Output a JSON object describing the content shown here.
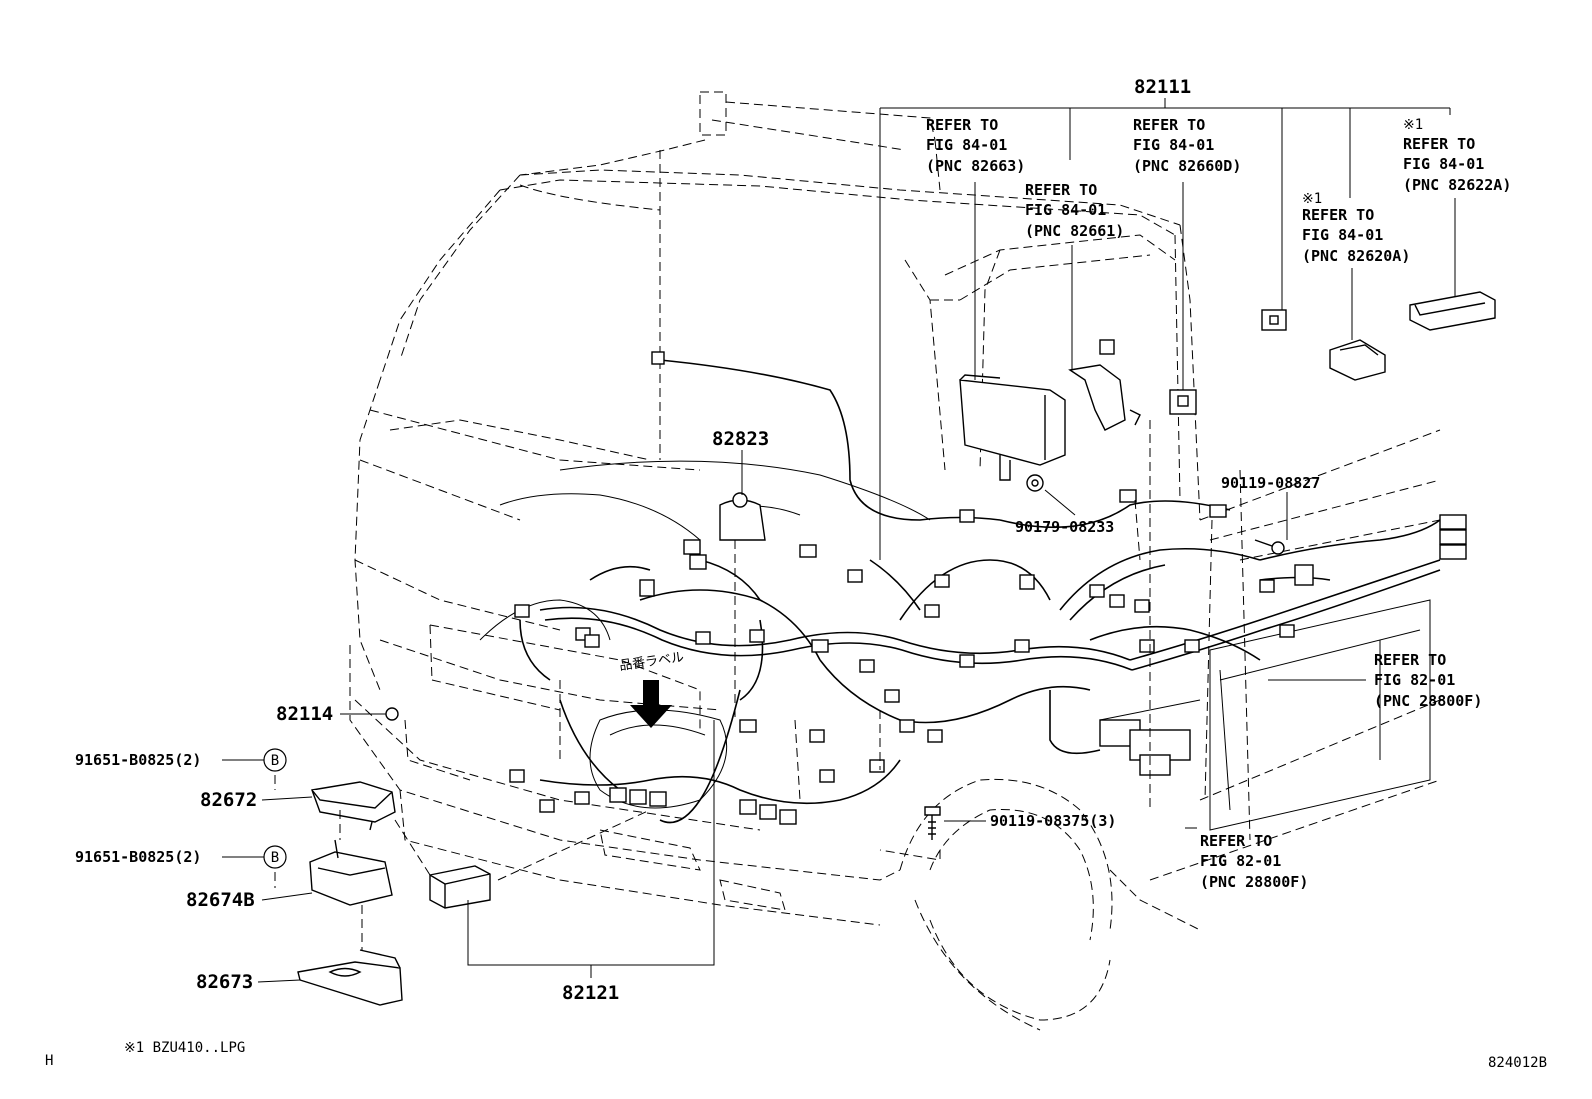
{
  "diagram": {
    "page_code": "824012B",
    "corner_letter": "H",
    "footnote": "※1 BZU410..LPG",
    "label_text": "品番ラベル",
    "parts": {
      "p82111": "82111",
      "p82823": "82823",
      "p82114": "82114",
      "p82672": "82672",
      "p82674B": "82674B",
      "p82673": "82673",
      "p82121": "82121",
      "p91651a": "91651-B0825(2)",
      "p91651b": "91651-B0825(2)",
      "p90119_08827": "90119-08827",
      "p90179_08233": "90179-08233",
      "p90119_08375": "90119-08375(3)"
    },
    "circle_b": "B",
    "refs": {
      "r82663": {
        "l1": "REFER TO",
        "l2": "FIG 84-01",
        "l3": "(PNC 82663)"
      },
      "r82661": {
        "l1": "REFER TO",
        "l2": "FIG 84-01",
        "l3": "(PNC 82661)"
      },
      "r82660D": {
        "l1": "REFER TO",
        "l2": "FIG 84-01",
        "l3": "(PNC 82660D)"
      },
      "r82620A": {
        "mark": "※1",
        "l1": "REFER TO",
        "l2": "FIG 84-01",
        "l3": "(PNC 82620A)"
      },
      "r82622A": {
        "mark": "※1",
        "l1": "REFER TO",
        "l2": "FIG 84-01",
        "l3": "(PNC 82622A)"
      },
      "r28800F_a": {
        "l1": "REFER TO",
        "l2": "FIG 82-01",
        "l3": "(PNC 28800F)"
      },
      "r28800F_b": {
        "l1": "REFER TO",
        "l2": "FIG 82-01",
        "l3": "(PNC 28800F)"
      }
    }
  }
}
